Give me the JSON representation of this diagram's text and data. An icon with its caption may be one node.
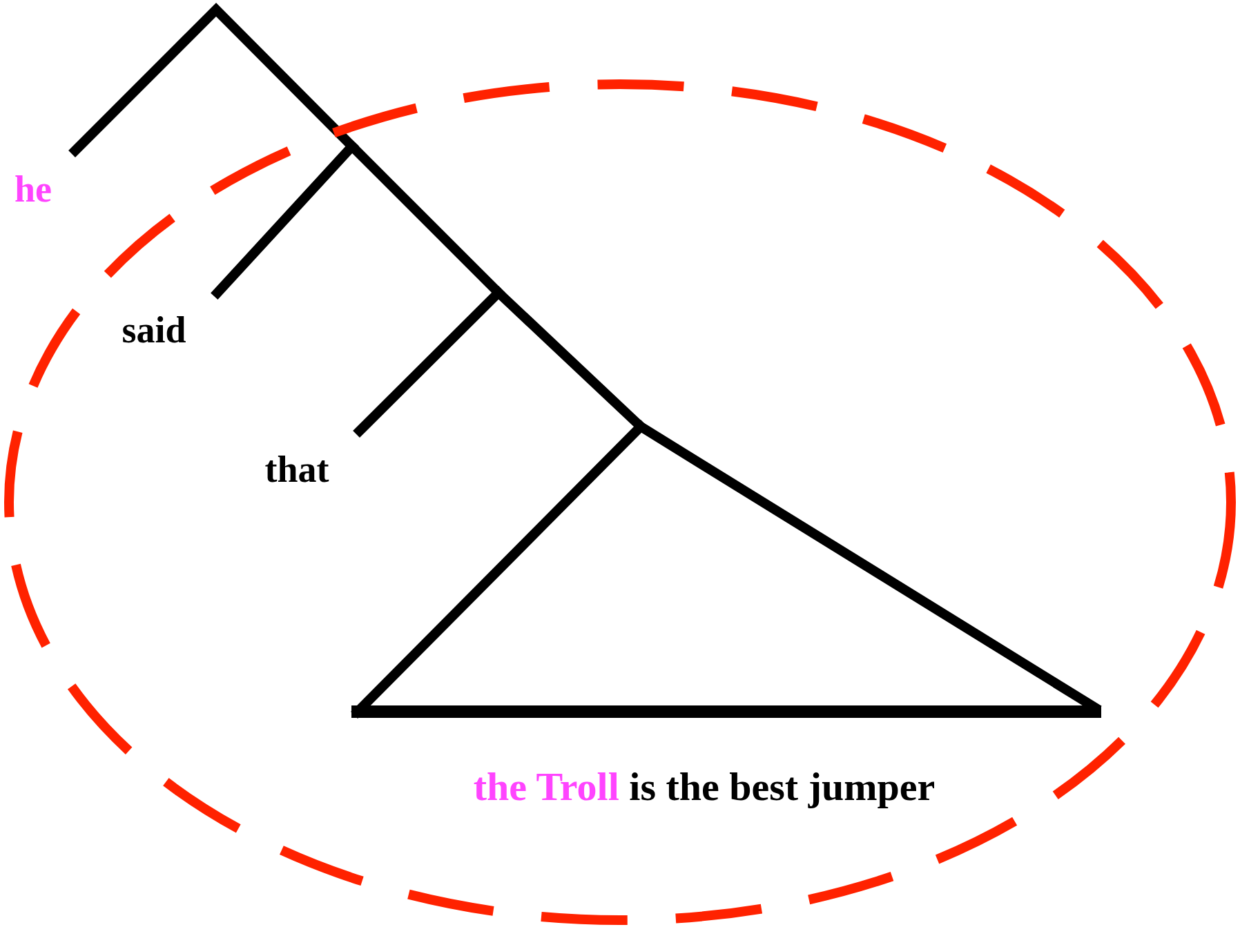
{
  "diagram": {
    "nodes": [
      {
        "text": [],
        "shape": "circle"
      },
      {
        "text": [
          "he"
        ]
      },
      {
        "text": [
          "said"
        ],
        "in": 0
      },
      {
        "text": [
          "that"
        ],
        "in": 0
      },
      {
        "text": [
          "the Troll",
          "is the best jumper"
        ],
        "in": 0
      }
    ]
  }
}
